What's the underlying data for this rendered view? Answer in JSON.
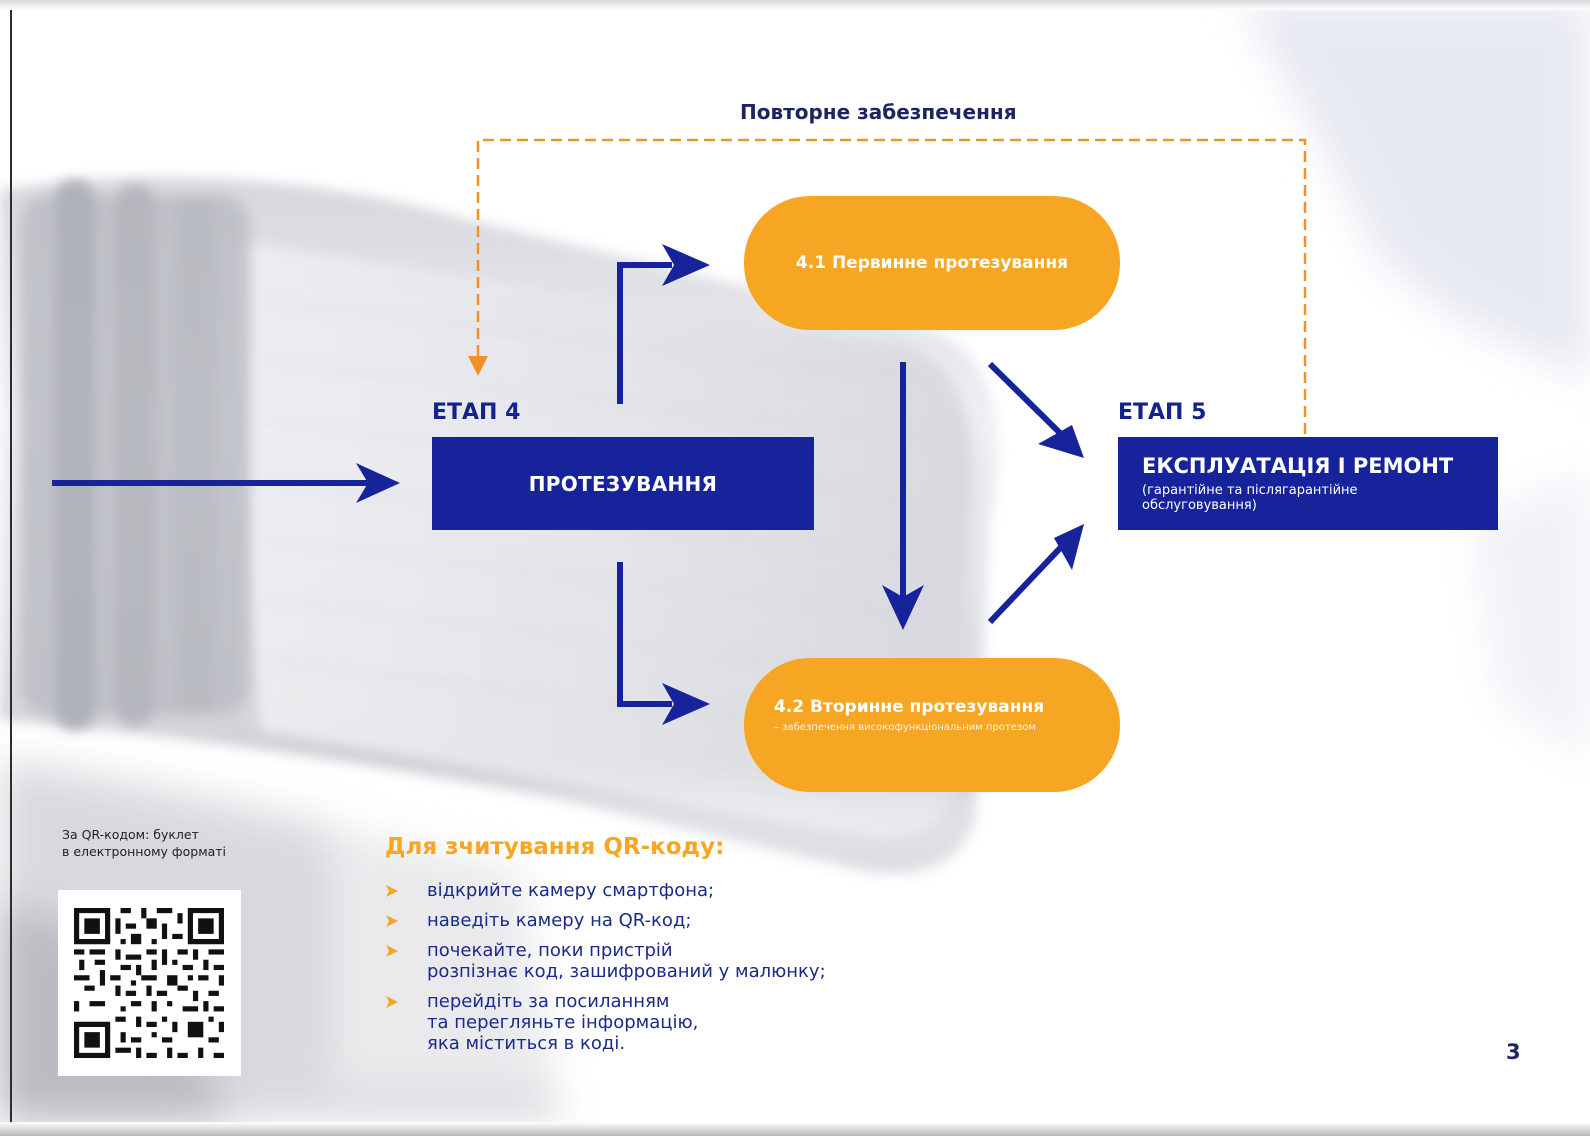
{
  "diagram": {
    "loop_label": "Повторне забезпечення",
    "stage4": {
      "title": "ЕТАП 4",
      "label": "ПРОТЕЗУВАННЯ"
    },
    "stage5": {
      "title": "ЕТАП 5",
      "label": "ЕКСПЛУАТАЦІЯ І РЕМОНТ",
      "sublabel": "(гарантійне та післягарантійне обслуговування)"
    },
    "primary": {
      "label": "4.1 Первинне протезування"
    },
    "secondary": {
      "label": "4.2 Вторинне протезування",
      "sublabel": "– забезпечення високофункціональним протезом"
    }
  },
  "qr": {
    "caption": "За QR-кодом: буклет\nв електронному форматі"
  },
  "instructions": {
    "title": "Для зчитування QR-коду:",
    "steps": [
      "відкрийте камеру смартфона;",
      "наведіть камеру на QR-код;",
      "почекайте, поки пристрій\nрозпізнає код, зашифрований у малюнку;",
      "перейдіть за посиланням\nта перегляньте інформацію,\nяка міститься в коді."
    ]
  },
  "page_number": "3",
  "colors": {
    "blue": "#16239a",
    "orange": "#f6a623",
    "dark_text": "#1d2460"
  }
}
